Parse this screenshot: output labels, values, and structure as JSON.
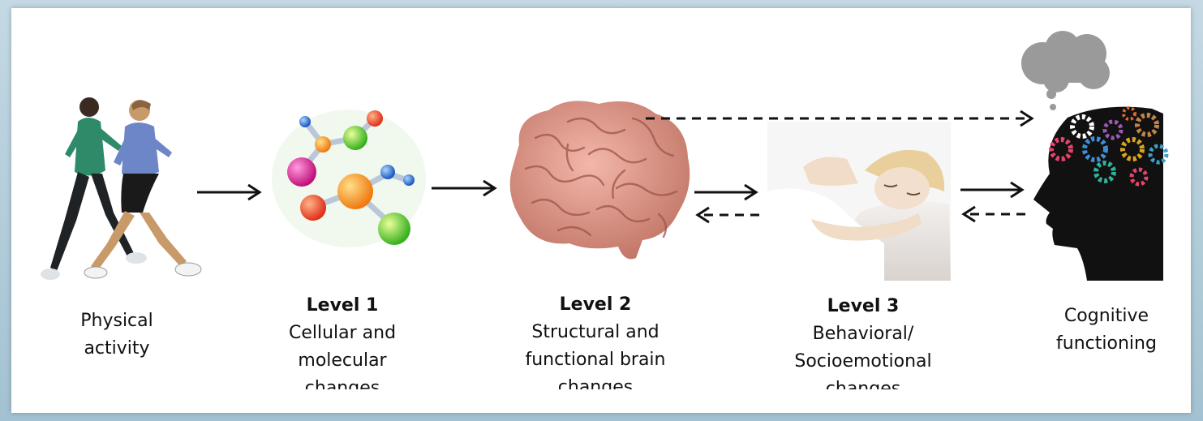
{
  "stages": [
    {
      "name": "Physical",
      "line2": "activity"
    },
    {
      "level": "Level 1",
      "line1": "Cellular and",
      "line2": "molecular",
      "line3": "changes"
    },
    {
      "level": "Level 2",
      "line1": "Structural and",
      "line2": "functional brain",
      "line3": "changes"
    },
    {
      "level": "Level 3",
      "line1": "Behavioral/",
      "line2": "Socioemotional",
      "line3": "changes"
    },
    {
      "name": "Cognitive",
      "line2": "functioning"
    }
  ],
  "colors": {
    "frame": "#a9c6d4",
    "arrow": "#111111",
    "brain": "#d9978a",
    "head": "#111111",
    "thought_cloud": "#9a9a9a"
  },
  "icons": [
    "runners-illustration",
    "molecule-illustration",
    "brain-illustration",
    "sleeping-woman-photo",
    "head-gears-illustration"
  ]
}
